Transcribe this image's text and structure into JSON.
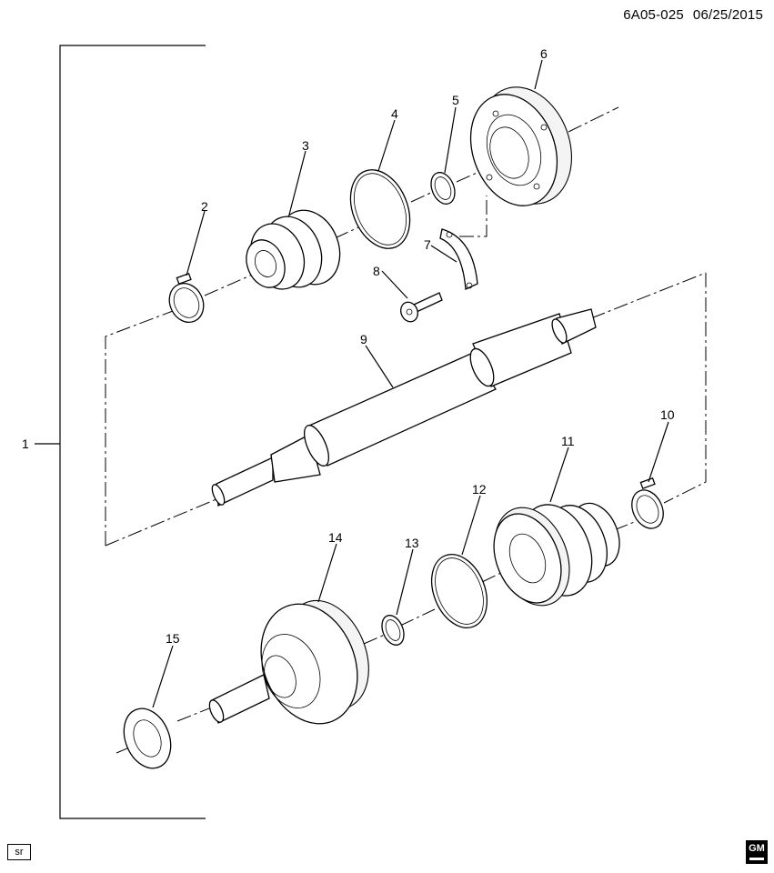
{
  "header": {
    "ref_code": "6A05-025",
    "date": "06/25/2015"
  },
  "callouts": [
    "1",
    "2",
    "3",
    "4",
    "5",
    "6",
    "7",
    "8",
    "9",
    "10",
    "11",
    "12",
    "13",
    "14",
    "15"
  ],
  "footer": {
    "left_badge": "sr",
    "logo_text": "GM"
  }
}
